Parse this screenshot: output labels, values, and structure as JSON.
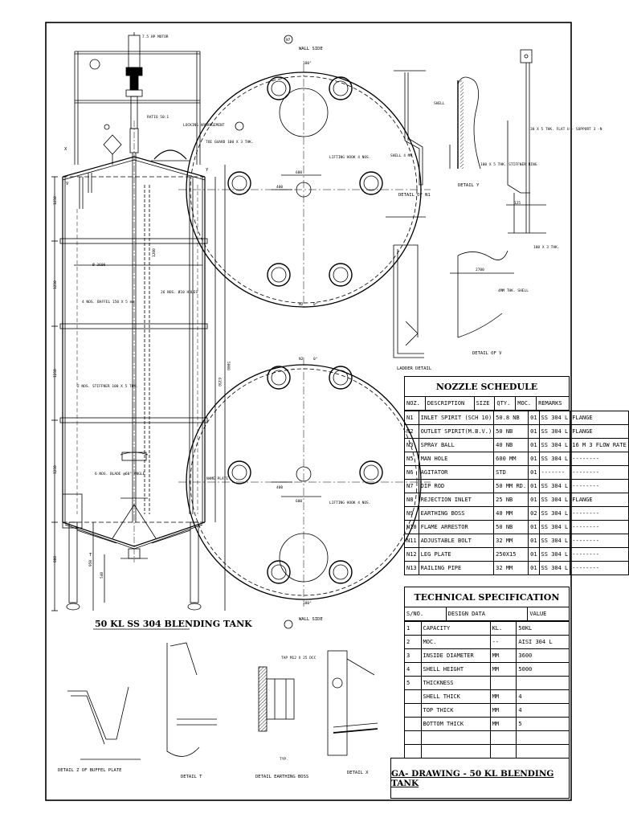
{
  "title_block": {
    "text": "GA- DRAWING - 50 KL BLENDING TANK"
  },
  "main_view": {
    "title": "50 KL SS 304 BLENDING TANK",
    "labels": {
      "motor": "7.5 HP MOTOR",
      "ratio": "RATIO 50:1",
      "locking": "LOCKING ARRANGEMENT",
      "toe_guard": "TOE GUARD 100 X 3 THK.",
      "baffel": "4 NOS. BAFFEL 150 X 5 mm",
      "holes": "26 NOS. Ø10 HOLES",
      "stiffner": "2 NOS. STIFFNER 100 X 5 THK.",
      "blade": "6 NOS. BLADE @60° ANGLE",
      "name_plate": "NAME PLATE",
      "dia": "Ø 3600",
      "height_shell": "5000",
      "height_total": "6150",
      "dim_1250_a": "1250",
      "dim_1250_b": "1250",
      "dim_1250_c": "1250",
      "dim_1250_d": "1250",
      "dim_800": "800",
      "dim_540": "540",
      "dim_950": "950",
      "dim_1200": "1200",
      "mark_x": "X",
      "mark_y": "Y",
      "mark_t": "T",
      "mark_v": "V"
    }
  },
  "plan_top": {
    "wall_side": "WALL SIDE",
    "lifting_hook": "LIFTING HOOK 4 NOS.",
    "deg_180": "180°",
    "deg_0": "0°",
    "n2": "N2",
    "n7": "N7",
    "dim_600": "600",
    "dim_400": "400"
  },
  "plan_bottom": {
    "wall_side": "WALL SIDE",
    "lifting_hook": "LIFTING HOOK 4 NOS.",
    "deg_180": "180°",
    "deg_0": "0°",
    "n2": "N2",
    "dim_600": "600",
    "dim_400": "400"
  },
  "details": {
    "n1": "DETAIL OF N1",
    "y": "DETAIL Y",
    "ladder": "LADDER DETAIL",
    "v": "DETAIL OF V",
    "z": "DETAIL Z OF BUFFEL PLATE",
    "t": "DETAIL T",
    "earthing": "DETAIL EARTHING BOSS",
    "x": "DETAIL X",
    "shell": "SHELL",
    "shell_4": "SHELL 4 MM",
    "flat": "30 X 5 THK. FLAT U - SUPPORT 3 -N",
    "stiffner_ring": "100 X 5 THK. STIFFNER RING",
    "dim_100x3": "100 X 3 THK.",
    "thk4": "4MM THK. SHELL",
    "tap": "TAP M12 X 25 DCC",
    "typ": "TYP.",
    "dim_270": "270",
    "dim_2700": "2700",
    "dim_125": "125"
  },
  "nozzle_schedule": {
    "title": "NOZZLE SCHEDULE",
    "columns": [
      "NOZ.",
      "DESCRIPTION",
      "SIZE",
      "QTY.",
      "MOC.",
      "REMARKS"
    ],
    "rows": [
      [
        "N1",
        "INLET SPIRIT (SCH 10)",
        "50.8 NB",
        "01",
        "SS 304 L",
        "FLANGE"
      ],
      [
        "N2",
        "OUTLET SPIRIT(M.B.V.)",
        "50 NB",
        "01",
        "SS 304 L",
        "FLANGE"
      ],
      [
        "N3",
        "SPRAY BALL",
        "40 NB",
        "01",
        "SS 304 L",
        "16 M 3 FLOW RATE"
      ],
      [
        "N5",
        "MAN HOLE",
        "600 MM",
        "01",
        "SS 304 L",
        "--------"
      ],
      [
        "N6",
        "AGITATOR",
        "STD",
        "01",
        "-------",
        "--------"
      ],
      [
        "N7",
        "DIP ROD",
        "50 MM RD.",
        "01",
        "SS 304 L",
        "--------"
      ],
      [
        "N8",
        "REJECTION INLET",
        "25 NB",
        "01",
        "SS 304 L",
        "FLANGE"
      ],
      [
        "N9",
        "EARTHING BOSS",
        "40 MM",
        "02",
        "SS 304 L",
        "--------"
      ],
      [
        "N10",
        "FLAME ARRESTOR",
        "50 NB",
        "01",
        "SS 304 L",
        "--------"
      ],
      [
        "N11",
        "ADJUSTABLE BOLT",
        "32 MM",
        "01",
        "SS 304 L",
        "--------"
      ],
      [
        "N12",
        "LEG PLATE",
        "250X15",
        "01",
        "SS 304 L",
        "--------"
      ],
      [
        "N13",
        "RAILING PIPE",
        "32 MM",
        "01",
        "SS 304 L",
        "--------"
      ]
    ]
  },
  "tech_spec": {
    "title": "TECHNICAL SPECIFICATION",
    "columns": [
      "S/NO.",
      "DESIGN DATA",
      "",
      "VALUE"
    ],
    "rows": [
      [
        "1",
        "CAPACITY",
        "KL.",
        "50KL"
      ],
      [
        "2",
        "MOC.",
        "--",
        "AISI 304 L"
      ],
      [
        "3",
        "INSIDE DIAMETER",
        "MM",
        "3600"
      ],
      [
        "4",
        "SHELL HEIGHT",
        "MM",
        "5000"
      ],
      [
        "5",
        "THICKNESS",
        "",
        ""
      ],
      [
        "",
        "SHELL THICK",
        "MM",
        "4"
      ],
      [
        "",
        "TOP THICK",
        "MM",
        "4"
      ],
      [
        "",
        "BOTTOM THICK",
        "MM",
        "5"
      ],
      [
        "",
        "",
        "",
        ""
      ],
      [
        "",
        "",
        "",
        ""
      ]
    ]
  }
}
